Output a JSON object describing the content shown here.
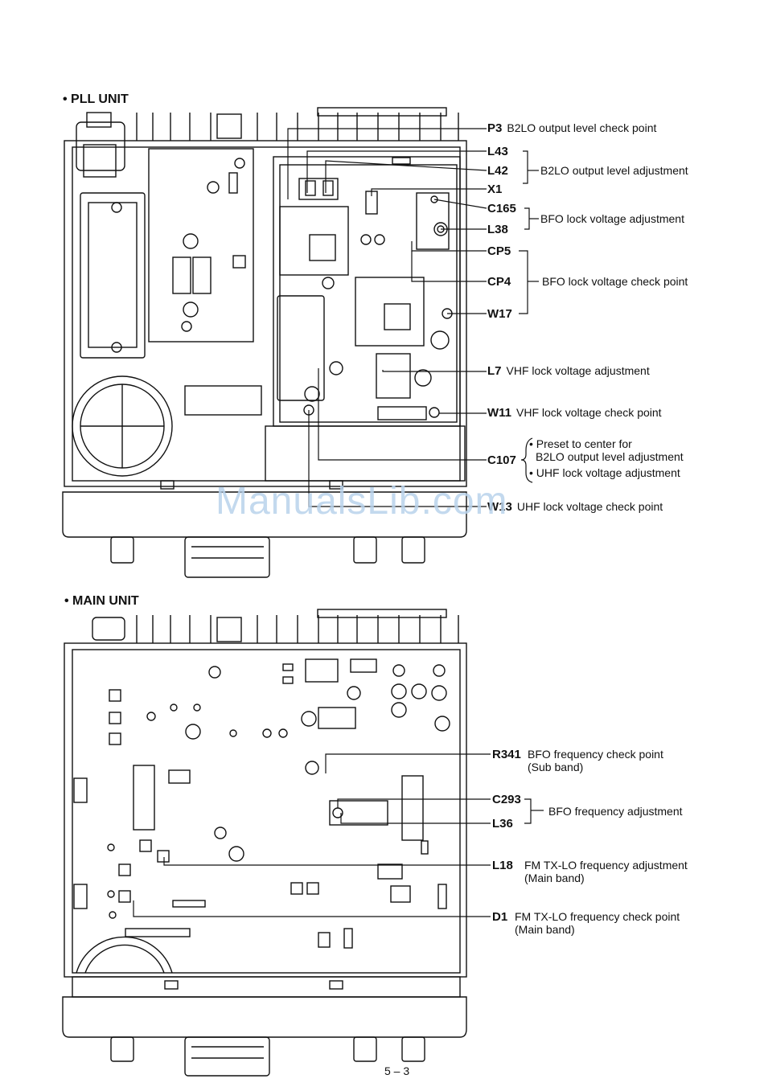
{
  "sections": {
    "pll_title": "• PLL UNIT",
    "main_title": "• MAIN UNIT"
  },
  "pll": {
    "p3": {
      "ref": "P3",
      "text": "B2LO output level check point"
    },
    "l43": {
      "ref": "L43"
    },
    "l42": {
      "ref": "L42",
      "text": "B2LO output level adjustment"
    },
    "x1": {
      "ref": "X1"
    },
    "c165": {
      "ref": "C165",
      "text": "BFO lock voltage adjustment"
    },
    "l38": {
      "ref": "L38"
    },
    "cp5": {
      "ref": "CP5"
    },
    "cp4": {
      "ref": "CP4",
      "text": "BFO lock voltage check point"
    },
    "w17": {
      "ref": "W17"
    },
    "l7": {
      "ref": "L7",
      "text": "VHF lock voltage adjustment"
    },
    "w11": {
      "ref": "W11",
      "text": "VHF lock voltage check point"
    },
    "c107": {
      "ref": "C107",
      "line1": "• Preset to center for",
      "line2": "B2LO output level adjustment",
      "line3": "• UHF lock voltage adjustment"
    },
    "w13": {
      "ref": "W13",
      "text": "UHF lock voltage check point"
    }
  },
  "main": {
    "r341": {
      "ref": "R341",
      "line1": "BFO frequency check point",
      "line2": "(Sub band)"
    },
    "c293": {
      "ref": "C293",
      "text": "BFO frequency adjustment"
    },
    "l36": {
      "ref": "L36"
    },
    "l18": {
      "ref": "L18",
      "line1": "FM TX-LO frequency adjustment",
      "line2": "(Main band)"
    },
    "d1": {
      "ref": "D1",
      "line1": "FM TX-LO frequency check point",
      "line2": "(Main band)"
    }
  },
  "footer": {
    "page": "5 – 3"
  },
  "watermark": "ManualsLib.com"
}
